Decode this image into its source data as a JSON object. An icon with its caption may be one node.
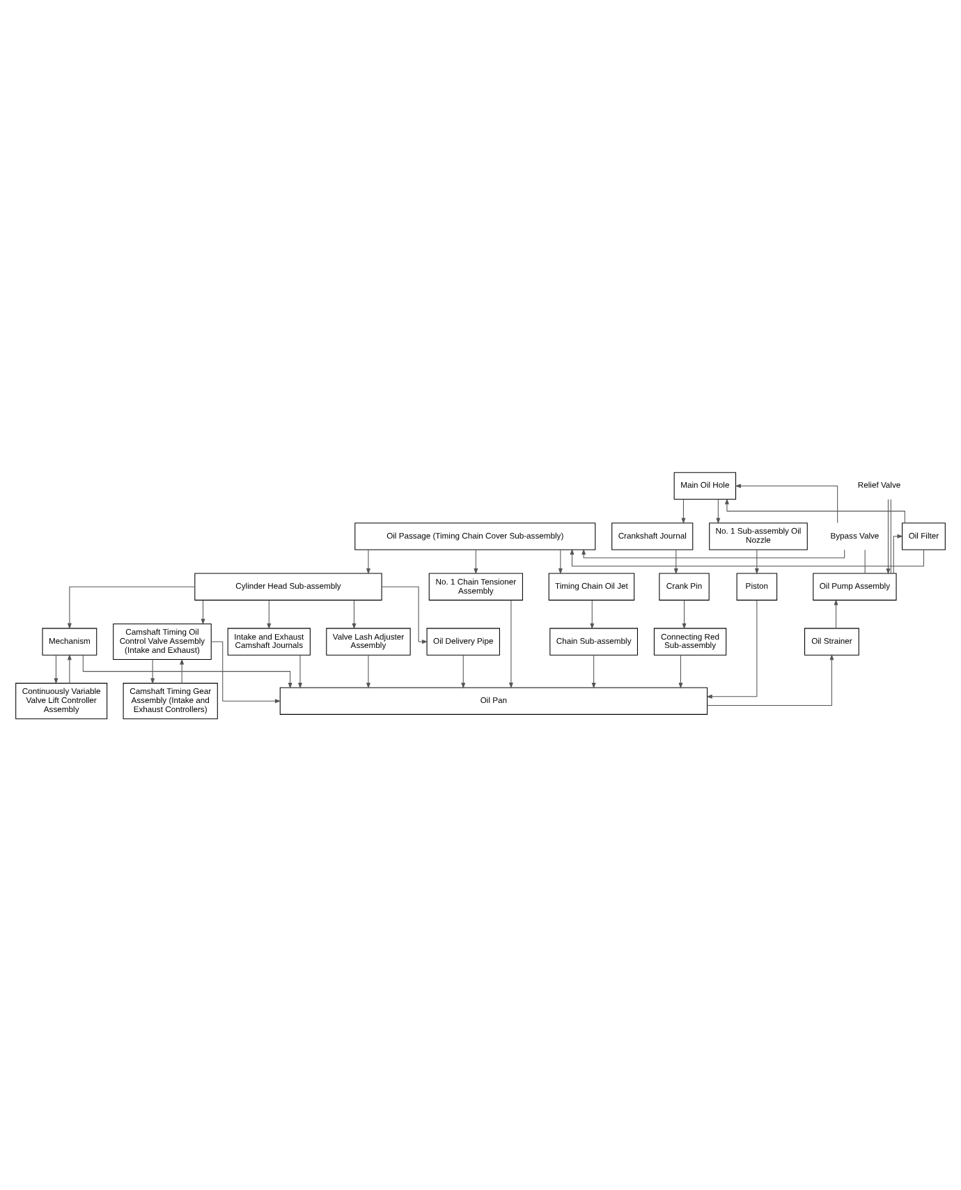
{
  "diagram": {
    "nodes": [
      {
        "text": [
          "Oil Passage (Timing Chain Cover Sub-assembly)"
        ]
      },
      {
        "text": [
          "Main Oil Hole"
        ]
      },
      {
        "text": [
          "Cylinder Head Sub-assembly"
        ]
      },
      {
        "text": [
          "Crankshaft Journal"
        ]
      },
      {
        "text": [
          "Valve Lash Adjuster Assembly"
        ]
      },
      {
        "text": [
          "Oil Delivery Pipe"
        ]
      },
      {
        "text": [
          "Bypass Valve"
        ]
      },
      {
        "text": [
          "Oil Filter"
        ]
      },
      {
        "text": [
          "No. 1 Chain Tensioner Assembly"
        ]
      },
      {
        "text": [
          "Crank Pin"
        ]
      },
      {
        "text": [
          "No. 1 Sub-assembly Oil Nozzle"
        ]
      },
      {
        "text": [
          "Intake and Exhaust Camshaft Journals"
        ]
      },
      {
        "text": [
          "Timing Chain Oil Jet"
        ]
      },
      {
        "text": [
          "Camshaft Timing Oil Control Valve Assembly (Intake and Exhaust)"
        ]
      },
      {
        "text": [
          "Chain Sub-assembly"
        ]
      },
      {
        "text": [
          "Relief Valve"
        ]
      },
      {
        "text": [
          "Oil Pump Assembly"
        ]
      },
      {
        "text": [
          "Mechanism"
        ]
      },
      {
        "text": [
          "Connecting Red Sub-assembly"
        ]
      },
      {
        "text": [
          "Camshaft Timing Gear Assembly (Intake and Exhaust Controllers)"
        ]
      },
      {
        "text": [
          "Continuously Variable Valve Lift Controller Assembly"
        ]
      },
      {
        "text": [
          "Piston"
        ]
      },
      {
        "text": [
          "Oil Strainer"
        ]
      },
      {
        "text": [
          "Oil Pan"
        ]
      }
    ],
    "edges": [
      {
        "from": 23,
        "to": 22,
        "arrow": "to"
      },
      {
        "from": 22,
        "to": 16,
        "arrow": "to"
      },
      {
        "from": 16,
        "to": 7,
        "arrow": "to"
      },
      {
        "from": 7,
        "to": 1,
        "arrow": "to"
      },
      {
        "from": 7,
        "to": 0,
        "arrow": "to"
      },
      {
        "from": 16,
        "to": 6,
        "arrow": "none"
      },
      {
        "from": 6,
        "to": 1,
        "arrow": "to"
      },
      {
        "from": 6,
        "to": 0,
        "arrow": "to"
      },
      {
        "from": 16,
        "to": 15,
        "arrow": "none"
      },
      {
        "from": 15,
        "to": 16,
        "arrow": "to"
      },
      {
        "from": 1,
        "to": 3,
        "arrow": "to"
      },
      {
        "from": 1,
        "to": 10,
        "arrow": "to"
      },
      {
        "from": 3,
        "to": 9,
        "arrow": "to"
      },
      {
        "from": 9,
        "to": 18,
        "arrow": "to"
      },
      {
        "from": 18,
        "to": 23,
        "arrow": "to"
      },
      {
        "from": 10,
        "to": 21,
        "arrow": "to"
      },
      {
        "from": 21,
        "to": 23,
        "arrow": "to"
      },
      {
        "from": 0,
        "to": 2,
        "arrow": "to"
      },
      {
        "from": 0,
        "to": 8,
        "arrow": "to"
      },
      {
        "from": 0,
        "to": 12,
        "arrow": "to"
      },
      {
        "from": 12,
        "to": 14,
        "arrow": "to"
      },
      {
        "from": 14,
        "to": 23,
        "arrow": "to"
      },
      {
        "from": 2,
        "to": 11,
        "arrow": "to"
      },
      {
        "from": 2,
        "to": 4,
        "arrow": "to"
      },
      {
        "from": 2,
        "to": 5,
        "arrow": "to"
      },
      {
        "from": 2,
        "to": 13,
        "arrow": "to"
      },
      {
        "from": 2,
        "to": 17,
        "arrow": "to"
      },
      {
        "from": 11,
        "to": 23,
        "arrow": "to"
      },
      {
        "from": 4,
        "to": 23,
        "arrow": "to"
      },
      {
        "from": 13,
        "to": 19,
        "arrow": "to"
      },
      {
        "from": 19,
        "to": 13,
        "arrow": "to"
      },
      {
        "from": 13,
        "to": 23,
        "arrow": "to"
      },
      {
        "from": 5,
        "to": 23,
        "arrow": "to"
      },
      {
        "from": 17,
        "to": 20,
        "arrow": "to"
      },
      {
        "from": 20,
        "to": 17,
        "arrow": "to"
      },
      {
        "from": 17,
        "to": 23,
        "arrow": "to"
      },
      {
        "from": 8,
        "to": 23,
        "arrow": "to"
      }
    ]
  }
}
